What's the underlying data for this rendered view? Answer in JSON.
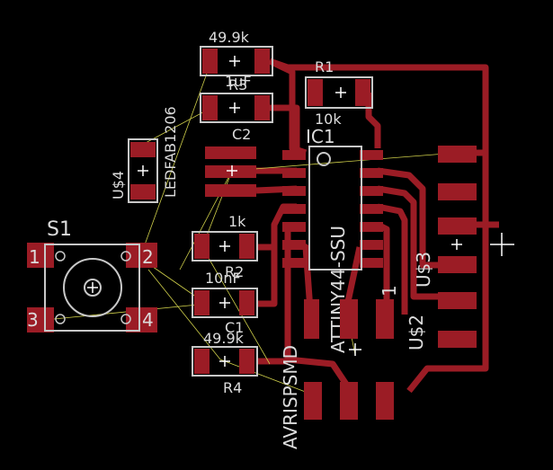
{
  "colors": {
    "background": "#000000",
    "copper": "#9b1c25",
    "silk": "#c8c8c8",
    "airwire": "#cfcf4a",
    "text": "#dcdcdc"
  },
  "parts": {
    "r3": {
      "value": "49.9k",
      "name": "R3"
    },
    "c2": {
      "value": "1uF",
      "name": "C2"
    },
    "r1": {
      "name": "R1",
      "value": "10k"
    },
    "ic1": {
      "name": "IC1",
      "package": "ATTINY44-SSU"
    },
    "led": {
      "name": "U$4",
      "package": "LEDFAB1206"
    },
    "s1": {
      "name": "S1",
      "pin1": "1",
      "pin2": "2",
      "pin3": "3",
      "pin4": "4"
    },
    "r2": {
      "value": "1k",
      "name": "R2"
    },
    "c1": {
      "value": "10nF",
      "name": "C1"
    },
    "r4": {
      "value": "49.9k",
      "name": "R4"
    },
    "avr": {
      "package": "AVRISPSMD",
      "name": "U$2",
      "pin1": "1"
    },
    "u3": {
      "name": "U$3"
    }
  }
}
